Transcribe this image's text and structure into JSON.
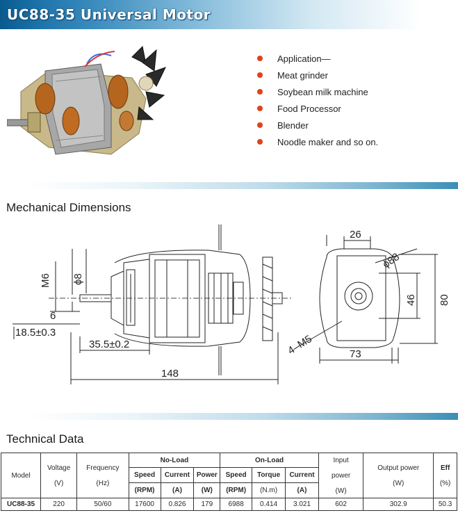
{
  "header": {
    "title": "UC88-35 Universal Motor"
  },
  "applications": [
    "Application—",
    "Meat grinder",
    "Soybean milk machine",
    "Food Processor",
    "Blender",
    "Noodle maker and so on."
  ],
  "sections": {
    "mechanical": "Mechanical Dimensions",
    "technical": "Technical Data"
  },
  "dimensions": {
    "m6": "M6",
    "phi8": "ϕ8",
    "d6": "6",
    "d18": "18.5±0.3",
    "d35": "35.5±0.2",
    "d148": "148",
    "d26": "26",
    "phi88": "ϕ88",
    "d46": "46",
    "d80": "80",
    "m5": "4–M5",
    "d73": "73"
  },
  "table": {
    "headers": {
      "model": "Model",
      "voltage": "Voltage",
      "voltage_unit": "(V)",
      "frequency": "Frequency",
      "frequency_unit": "(Hz)",
      "noload": "No-Load",
      "onload": "On-Load",
      "speed": "Speed",
      "speed_unit": "(RPM)",
      "current": "Current",
      "current_unit": "(A)",
      "power": "Power",
      "power_unit": "(W)",
      "torque": "Torque",
      "torque_unit": "(N.m)",
      "input": "Input",
      "input2": "power",
      "input_unit": "(W)",
      "output": "Output power",
      "output_unit": "(W)",
      "eff": "Eff",
      "eff_unit": "(%)"
    },
    "row": {
      "model": "UC88-35",
      "voltage": "220",
      "frequency": "50/60",
      "nl_speed": "17600",
      "nl_current": "0.826",
      "nl_power": "179",
      "ol_speed": "6988",
      "ol_torque": "0.414",
      "ol_current": "3.021",
      "input": "602",
      "output": "302.9",
      "eff": "50.3"
    }
  }
}
